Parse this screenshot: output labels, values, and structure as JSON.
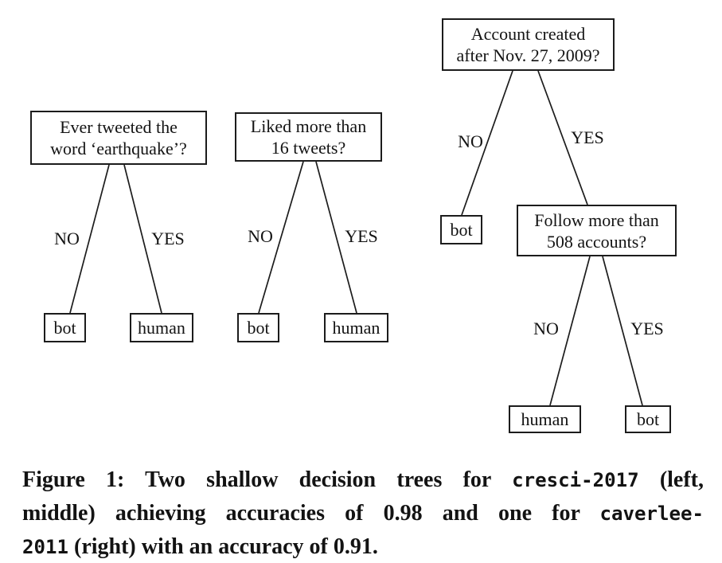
{
  "figure": {
    "background": "#ffffff",
    "ink_color": "#1c1c1c",
    "trees": [
      {
        "id": "left",
        "root_question": "Ever tweeted the\nword ‘earthquake’?",
        "no_label": "NO",
        "yes_label": "YES",
        "no_leaf": "bot",
        "yes_leaf": "human"
      },
      {
        "id": "middle",
        "root_question": "Liked more than\n16 tweets?",
        "no_label": "NO",
        "yes_label": "YES",
        "no_leaf": "bot",
        "yes_leaf": "human"
      },
      {
        "id": "right",
        "root_question": "Account created\nafter Nov. 27, 2009?",
        "no_label": "NO",
        "yes_label": "YES",
        "no_leaf": "bot",
        "yes_branch": {
          "question": "Follow more than\n508 accounts?",
          "no_label": "NO",
          "yes_label": "YES",
          "no_leaf": "human",
          "yes_leaf": "bot"
        }
      }
    ]
  },
  "caption": {
    "full_text": "Figure 1: Two shallow decision trees for cresci-2017 (left, middle) achieving accuracies of 0.98 and one for caverlee-2011 (right) with an accuracy of 0.91.",
    "lines": [
      {
        "segments": [
          {
            "text": "Figure 1: Two shallow decision trees for ",
            "mono": false
          },
          {
            "text": "cresci-2017",
            "mono": true
          },
          {
            "text": " (left,",
            "mono": false
          }
        ]
      },
      {
        "segments": [
          {
            "text": "middle) achieving accuracies of 0.98 and one for ",
            "mono": false
          },
          {
            "text": "caverlee-",
            "mono": true
          }
        ]
      },
      {
        "segments": [
          {
            "text": "2011",
            "mono": true
          },
          {
            "text": " (right) with an accuracy of 0.91.",
            "mono": false
          }
        ]
      }
    ]
  }
}
